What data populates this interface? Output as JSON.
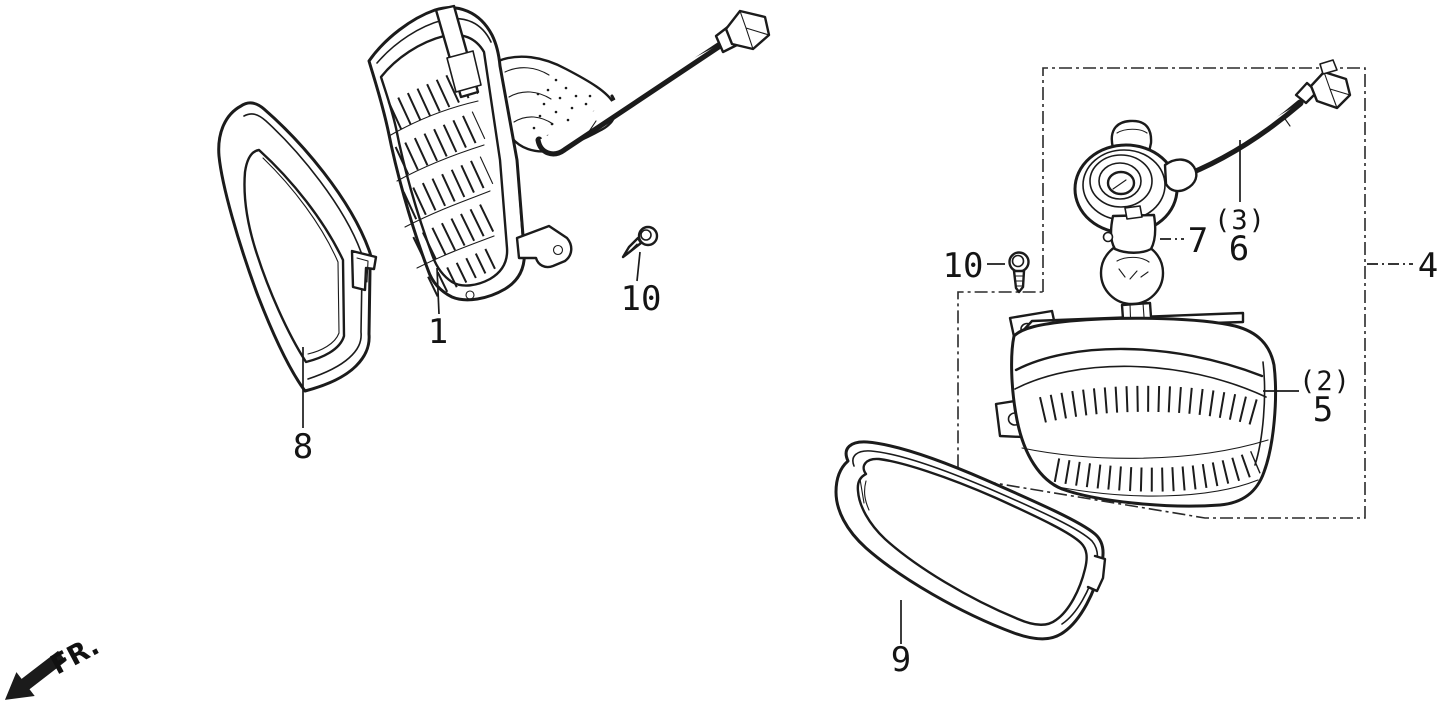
{
  "diagram": {
    "kind": "exploded-parts-line-drawing",
    "background_color": "#ffffff",
    "line_color": "#1b1b1b",
    "direction_label": "FR.",
    "labels": {
      "part1": "1",
      "part8": "8",
      "part10_left": "10",
      "part10_right": "10",
      "part7": "7",
      "qty3": "(3)",
      "part6": "6",
      "part4": "4",
      "qty2": "(2)",
      "part5": "5",
      "part9": "9"
    }
  }
}
